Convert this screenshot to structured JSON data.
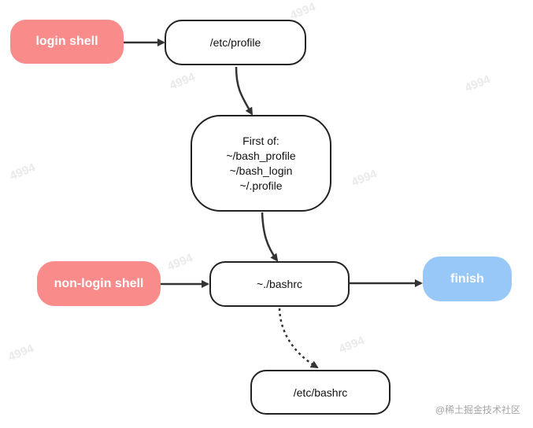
{
  "nodes": {
    "login_shell": "login shell",
    "etc_profile": "/etc/profile",
    "first_of": {
      "title": "First of:",
      "items": [
        "~/bash_profile",
        "~/bash_login",
        "~/.profile"
      ]
    },
    "non_login_shell": "non-login shell",
    "bashrc_home": "~./bashrc",
    "finish": "finish",
    "etc_bashrc": "/etc/bashrc"
  },
  "watermark_text": "4994",
  "credit": "@稀土掘金技术社区",
  "colors": {
    "start_node": "#f98b8b",
    "end_node": "#98c8f7",
    "stroke": "#222222"
  }
}
